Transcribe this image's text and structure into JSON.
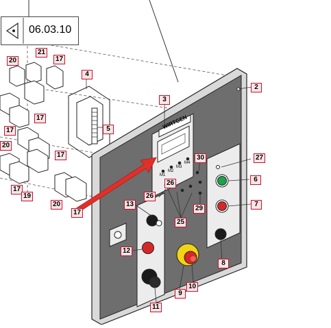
{
  "doc_code": "06.03.10",
  "panel_brand": "WIRTGEN",
  "callouts": [
    "2",
    "3",
    "4",
    "5",
    "6",
    "7",
    "8",
    "9",
    "10",
    "11",
    "12",
    "13",
    "17",
    "19",
    "20",
    "21",
    "25",
    "26",
    "27",
    "29",
    "30"
  ],
  "keypad_labels": [
    "M1",
    "M2",
    "M3",
    "M4"
  ]
}
